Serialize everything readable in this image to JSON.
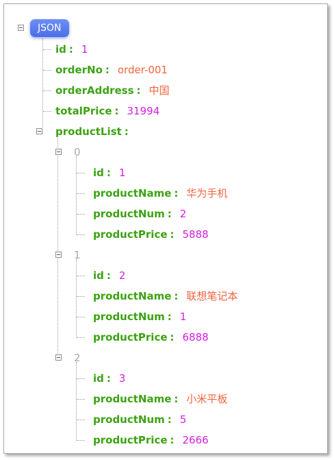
{
  "root_label": "JSON",
  "order": {
    "id": {
      "key": "id",
      "value": "1"
    },
    "orderNo": {
      "key": "orderNo",
      "value": "order-001"
    },
    "orderAddress": {
      "key": "orderAddress",
      "value": "中国"
    },
    "totalPrice": {
      "key": "totalPrice",
      "value": "31994"
    },
    "productList_key": "productList"
  },
  "colon": ":",
  "productList": [
    {
      "index": "0",
      "id": "1",
      "productName": "华为手机",
      "productNum": "2",
      "productPrice": "5888"
    },
    {
      "index": "1",
      "id": "2",
      "productName": "联想笔记本",
      "productNum": "1",
      "productPrice": "6888"
    },
    {
      "index": "2",
      "id": "3",
      "productName": "小米平板",
      "productNum": "5",
      "productPrice": "2666"
    }
  ],
  "field_keys": {
    "id": "id",
    "productName": "productName",
    "productNum": "productNum",
    "productPrice": "productPrice"
  },
  "colors": {
    "key": "#3ca312",
    "number": "#d41ee0",
    "string": "#f0643c",
    "index": "#a8a8a8",
    "root_badge": "#5a7cf0"
  },
  "icons": [
    "collapse-toggle-icon"
  ]
}
